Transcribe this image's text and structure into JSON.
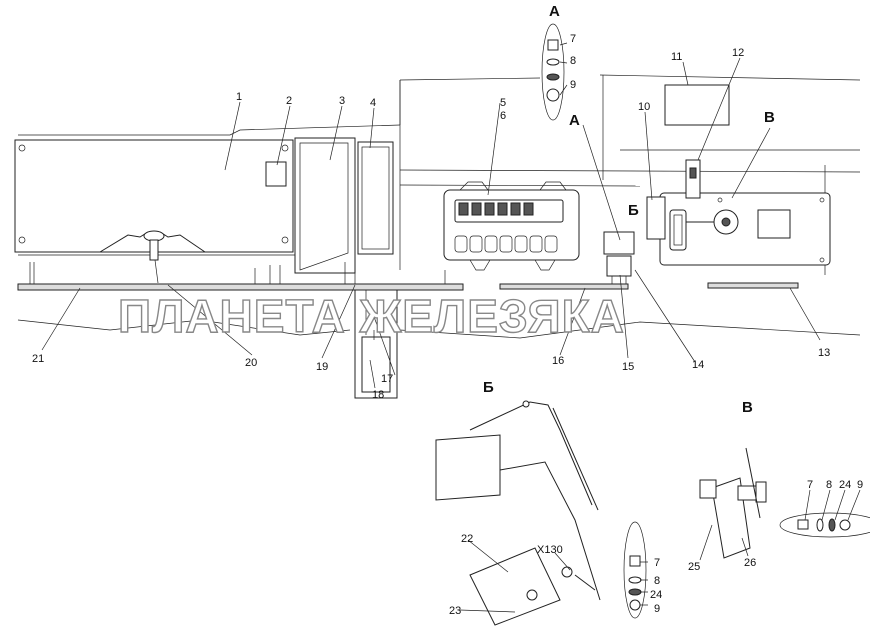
{
  "watermark": "ПЛАНЕТА ЖЕЛЕЗЯКА",
  "views": {
    "a_top": "А",
    "a_mid": "А",
    "b_mid": "Б",
    "v_mid": "В",
    "b_detail": "Б",
    "v_detail": "В"
  },
  "connector": "X130",
  "callouts": {
    "c1": "1",
    "c2": "2",
    "c3": "3",
    "c4": "4",
    "c5": "5",
    "c6": "6",
    "c7a": "7",
    "c8a": "8",
    "c9a": "9",
    "c10": "10",
    "c11": "11",
    "c12": "12",
    "c13": "13",
    "c14": "14",
    "c15": "15",
    "c16": "16",
    "c17": "17",
    "c18": "18",
    "c19": "19",
    "c20": "20",
    "c21": "21",
    "c22": "22",
    "c23": "23",
    "c7b": "7",
    "c8b": "8",
    "c24b": "24",
    "c9b": "9",
    "c25": "25",
    "c26": "26",
    "c7c": "7",
    "c8c": "8",
    "c24c": "24",
    "c9c": "9"
  }
}
